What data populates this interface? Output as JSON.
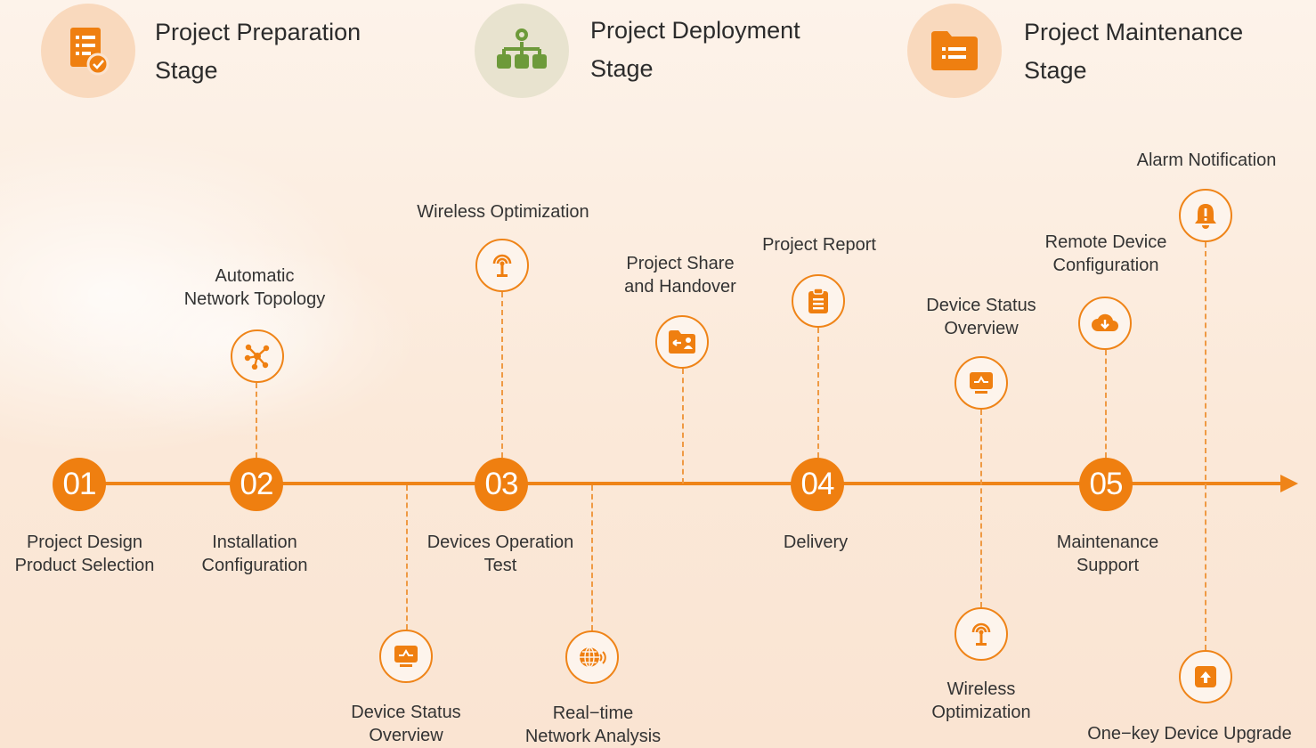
{
  "stages": [
    {
      "title_line1": "Project Preparation",
      "title_line2": "Stage",
      "icon": "checklist-icon"
    },
    {
      "title_line1": "Project Deployment",
      "title_line2": "Stage",
      "icon": "hierarchy-icon"
    },
    {
      "title_line1": "Project Maintenance",
      "title_line2": "Stage",
      "icon": "list-folder-icon"
    }
  ],
  "milestones": [
    {
      "number": "01",
      "label_line1": "Project Design",
      "label_line2": "Product Selection"
    },
    {
      "number": "02",
      "label_line1": "Installation",
      "label_line2": "Configuration"
    },
    {
      "number": "03",
      "label_line1": "Devices Operation",
      "label_line2": "Test"
    },
    {
      "number": "04",
      "label_line1": "Delivery",
      "label_line2": ""
    },
    {
      "number": "05",
      "label_line1": "Maintenance",
      "label_line2": "Support"
    }
  ],
  "features_above": [
    {
      "line1": "Automatic",
      "line2": "Network Topology",
      "icon": "topology-icon"
    },
    {
      "line1": "Wireless Optimization",
      "line2": "",
      "icon": "antenna-icon"
    },
    {
      "line1": "Project Share",
      "line2": "and Handover",
      "icon": "folder-share-icon"
    },
    {
      "line1": "Project Report",
      "line2": "",
      "icon": "clipboard-icon"
    },
    {
      "line1": "Device Status",
      "line2": "Overview",
      "icon": "monitor-icon"
    },
    {
      "line1": "Remote Device",
      "line2": "Configuration",
      "icon": "cloud-download-icon"
    },
    {
      "line1": "Alarm Notification",
      "line2": "",
      "icon": "bell-alert-icon"
    }
  ],
  "features_below": [
    {
      "line1": "Device Status",
      "line2": "Overview",
      "icon": "monitor-icon"
    },
    {
      "line1": "Real−time",
      "line2": "Network Analysis",
      "icon": "globe-signal-icon"
    },
    {
      "line1": "Wireless",
      "line2": "Optimization",
      "icon": "antenna-icon"
    },
    {
      "line1": "One−key Device Upgrade",
      "line2": "",
      "icon": "upload-icon"
    }
  ],
  "colors": {
    "accent": "#ef7f10",
    "stage1_bg": "#f9d9bd",
    "stage2_bg": "#e8e3cf",
    "stage2_icon": "#6d9a3a",
    "stage3_bg": "#f9d9bd"
  }
}
